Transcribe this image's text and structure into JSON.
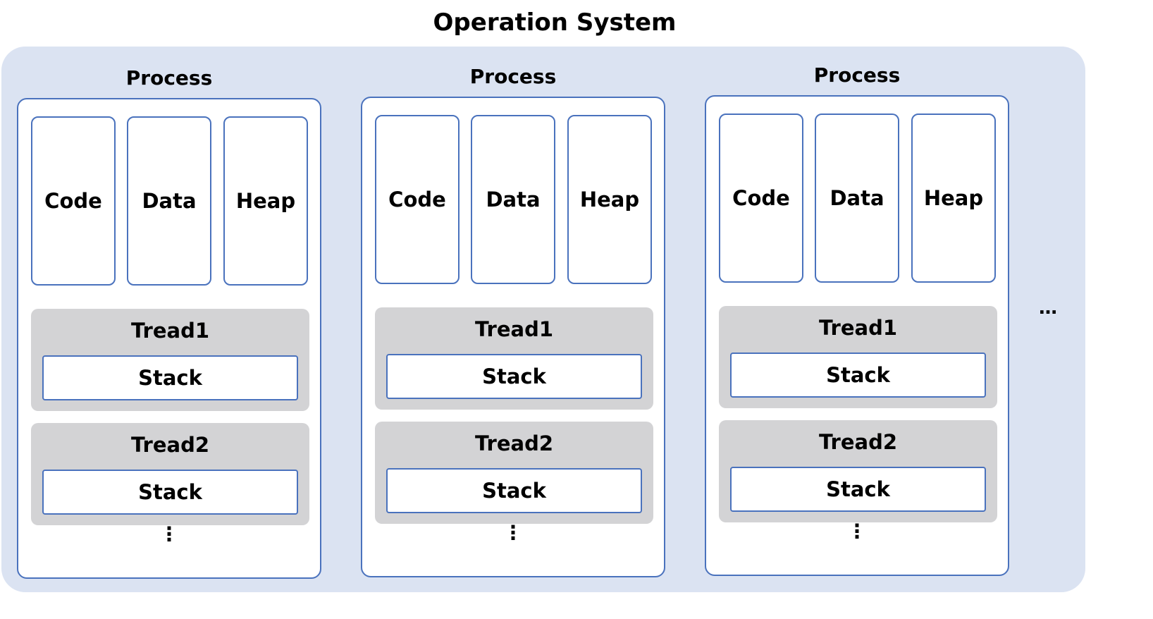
{
  "title": "Operation System",
  "processes": [
    {
      "label": "Process",
      "segments": [
        "Code",
        "Data",
        "Heap"
      ],
      "threads": [
        {
          "label": "Tread1",
          "stack": "Stack"
        },
        {
          "label": "Tread2",
          "stack": "Stack"
        }
      ],
      "more": "⋮"
    },
    {
      "label": "Process",
      "segments": [
        "Code",
        "Data",
        "Heap"
      ],
      "threads": [
        {
          "label": "Tread1",
          "stack": "Stack"
        },
        {
          "label": "Tread2",
          "stack": "Stack"
        }
      ],
      "more": "⋮"
    },
    {
      "label": "Process",
      "segments": [
        "Code",
        "Data",
        "Heap"
      ],
      "threads": [
        {
          "label": "Tread1",
          "stack": "Stack"
        },
        {
          "label": "Tread2",
          "stack": "Stack"
        }
      ],
      "more": "⋮"
    }
  ],
  "more_processes": "…",
  "colors": {
    "os_background": "#dbe3f2",
    "border": "#4a72bd",
    "thread_background": "#d3d3d5"
  }
}
